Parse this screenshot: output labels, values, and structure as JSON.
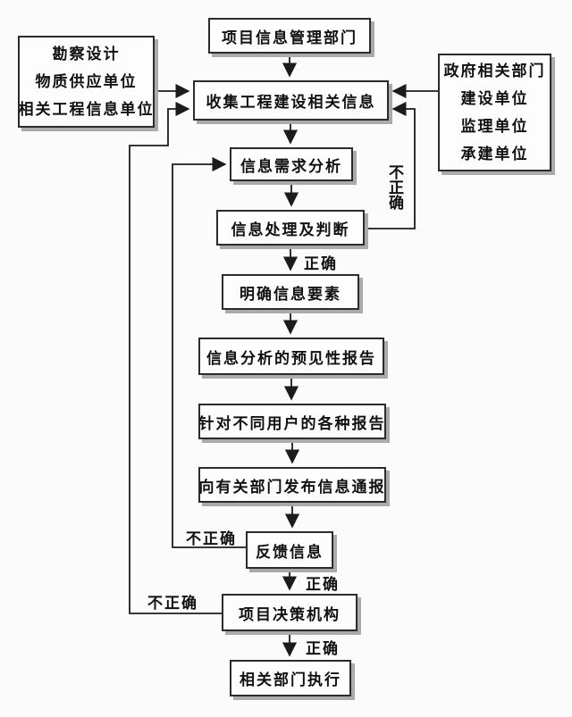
{
  "diagram": {
    "colors": {
      "background": "#fbfbfb",
      "box_fill": "#fdfdfd",
      "border": "#2b2b2b",
      "shadow": "#aaaaaa",
      "line": "#1c1c1c",
      "text": "#111111"
    },
    "nodes": {
      "dept": "项目信息管理部门",
      "left_sources": [
        "勘察设计",
        "物质供应单位",
        "相关工程信息单位"
      ],
      "right_sources": [
        "政府相关部门",
        "建设单位",
        "监理单位",
        "承建单位"
      ],
      "collect": "收集工程建设相关信息",
      "demand": "信息需求分析",
      "process": "信息处理及判断",
      "clarify": "明确信息要素",
      "forecast": "信息分析的预见性报告",
      "reports": "针对不同用户的各种报告",
      "notify": "向有关部门发布信息通报",
      "feedback": "反馈信息",
      "decision": "项目决策机构",
      "execute": "相关部门执行"
    },
    "edge_labels": {
      "process_correct": "正确",
      "feedback_correct": "正确",
      "decision_correct": "正确",
      "process_incorrect": "不正确",
      "feedback_incorrect": "不正确",
      "decision_incorrect": "不正确"
    }
  }
}
